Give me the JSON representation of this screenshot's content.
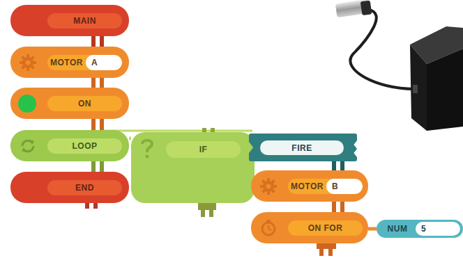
{
  "diagram": {
    "nodes": [
      {
        "text": [
          "MAIN"
        ]
      },
      {
        "text": [
          "MOTOR",
          "A"
        ]
      },
      {
        "text": [
          "ON"
        ]
      },
      {
        "text": [
          "LOOP"
        ]
      },
      {
        "text": [
          "END"
        ]
      },
      {
        "text": [
          "IF"
        ]
      },
      {
        "text": [
          "FIRE"
        ]
      },
      {
        "text": [
          "MOTOR",
          "B"
        ]
      },
      {
        "text": [
          "ON FOR"
        ]
      },
      {
        "text": [
          "NUM",
          "5"
        ]
      }
    ],
    "edges": [
      {
        "from": 0,
        "to": 1,
        "arrow": "none"
      },
      {
        "from": 1,
        "to": 2,
        "arrow": "none"
      },
      {
        "from": 2,
        "to": 3,
        "arrow": "none"
      },
      {
        "from": 3,
        "to": 4,
        "arrow": "none"
      },
      {
        "from": 3,
        "to": 5,
        "arrow": "none"
      },
      {
        "from": 5,
        "to": 6,
        "arrow": "none"
      },
      {
        "from": 6,
        "to": 7,
        "arrow": "none"
      },
      {
        "from": 7,
        "to": 8,
        "arrow": "none"
      },
      {
        "from": 8,
        "to": 9,
        "arrow": "none"
      }
    ]
  }
}
